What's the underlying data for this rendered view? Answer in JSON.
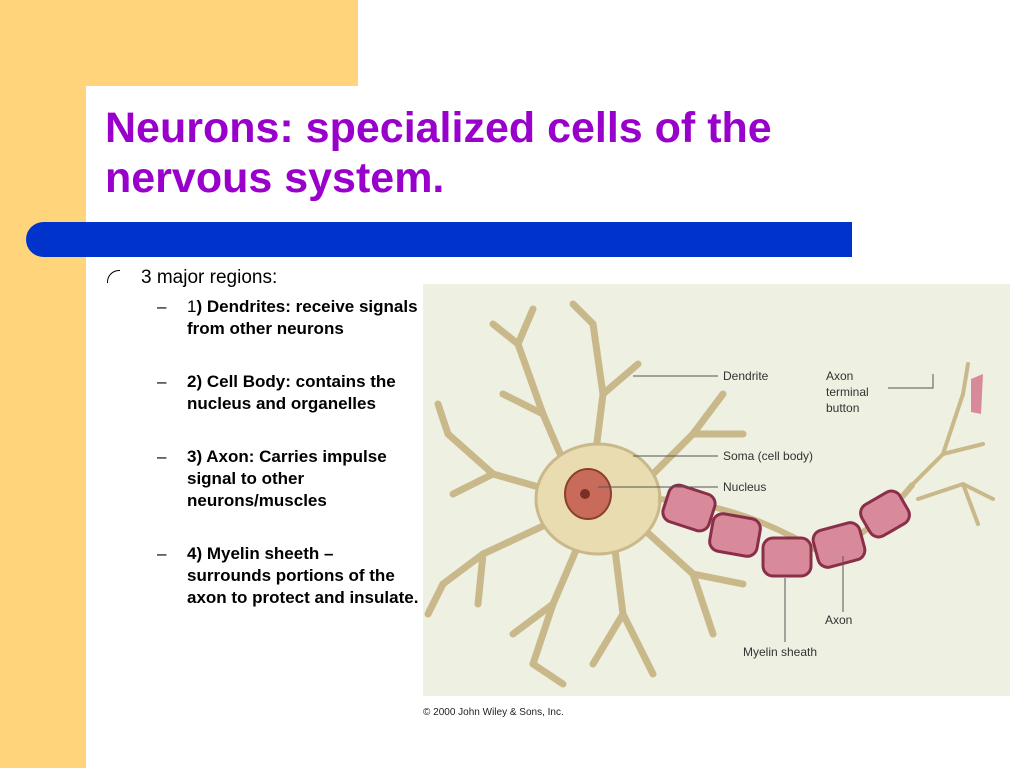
{
  "title": "Neurons: specialized cells of the nervous system.",
  "bullet": "3 major regions:",
  "items": [
    {
      "prefix": "1",
      "text": ") Dendrites: receive signals from other neurons"
    },
    {
      "prefix": "",
      "text": "2) Cell Body: contains the nucleus and organelles"
    },
    {
      "prefix": "",
      "text": "3) Axon: Carries impulse signal to other neurons/muscles"
    },
    {
      "prefix": "",
      "text": "4) Myelin sheeth – surrounds portions of the axon to protect and insulate."
    }
  ],
  "figure": {
    "labels": {
      "dendrite": "Dendrite",
      "soma": "Soma (cell body)",
      "nucleus": "Nucleus",
      "axon_terminal_1": "Axon",
      "axon_terminal_2": "terminal",
      "axon_terminal_3": "button",
      "axon": "Axon",
      "myelin": "Myelin sheath"
    },
    "copyright": "© 2000 John Wiley & Sons, Inc."
  },
  "colors": {
    "accent_yellow": "#ffd47a",
    "title_purple": "#9900cc",
    "bar_blue": "#0033cc"
  }
}
